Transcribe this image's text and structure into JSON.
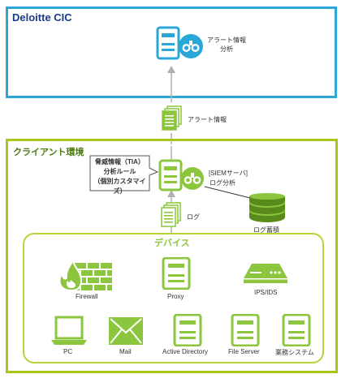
{
  "cic": {
    "title": "Deloitte CIC",
    "analysis_label_line1": "アラート情報",
    "analysis_label_line2": "分析"
  },
  "flow": {
    "alert_label": "アラート情報",
    "log_label": "ログ"
  },
  "client": {
    "title": "クライアント環境",
    "tia_line1": "脅威情報（TIA）",
    "tia_line2": "分析ルール",
    "tia_line3": "（個別カスタマイズ）",
    "siem_line1": "[SIEMサーバ]",
    "siem_line2": "ログ分析",
    "log_storage_label": "ログ蓄積"
  },
  "devices": {
    "title": "デバイス",
    "items": [
      {
        "label": "Firewall",
        "icon": "firewall-icon"
      },
      {
        "label": "Proxy",
        "icon": "server-icon"
      },
      {
        "label": "IPS/IDS",
        "icon": "appliance-icon"
      },
      {
        "label": "PC",
        "icon": "laptop-icon"
      },
      {
        "label": "Mail",
        "icon": "mail-icon"
      },
      {
        "label": "Active Directory",
        "icon": "server-icon"
      },
      {
        "label": "File Server",
        "icon": "server-icon"
      },
      {
        "label": "業務システム",
        "icon": "server-icon"
      }
    ]
  },
  "colors": {
    "cic_border": "#2aa7d6",
    "cic_title": "#1a3a8a",
    "client_border": "#a7c51b",
    "client_title": "#4a7a10",
    "device_border": "#b8d23a",
    "icon_green": "#8cc63f",
    "icon_blue": "#2aa7d6",
    "arrow": "#b0b0b0",
    "stack_dark": "#5a8a1a"
  }
}
